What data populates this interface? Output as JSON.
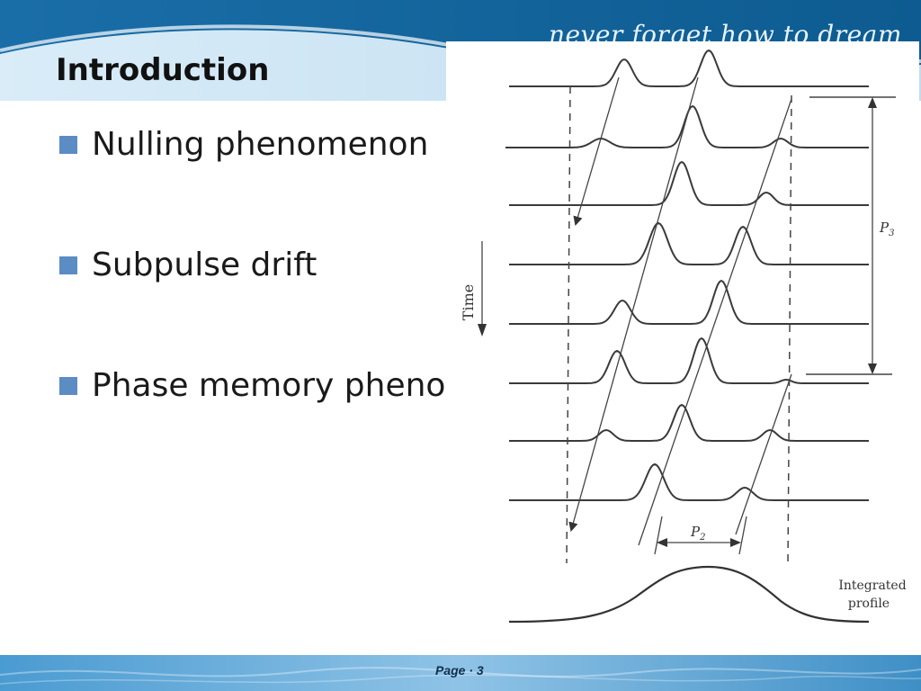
{
  "slide": {
    "tagline": "never forget   how to dream",
    "title": "Introduction",
    "bullets": [
      {
        "text": "Nulling phenomenon"
      },
      {
        "text": "Subpulse drift"
      },
      {
        "text": "Phase memory phenomenon"
      }
    ],
    "page_label": "Page  · 3"
  },
  "figure": {
    "time_label": "Time",
    "p3_label": "P",
    "p3_sub": "3",
    "p2_label": "P",
    "p2_sub": "2",
    "integrated_line1": "Integrated",
    "integrated_line2": "profile"
  },
  "colors": {
    "header_dark": "#0f5f96",
    "header_light": "#cfe6f5",
    "bullet_marker": "#5b8cc4",
    "footer": "#3f8fc6"
  }
}
